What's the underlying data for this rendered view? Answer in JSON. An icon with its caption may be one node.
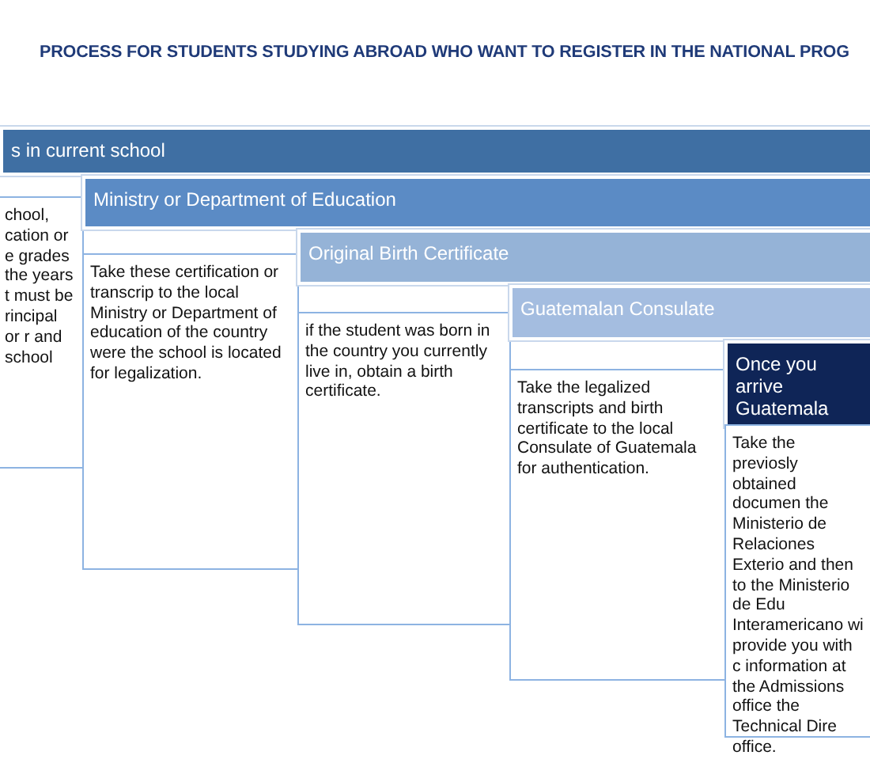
{
  "diagram": {
    "title": "PROCESS FOR STUDENTS STUDYING ABROAD WHO WANT TO REGISTER IN THE NATIONAL PROG",
    "nodes": [
      {
        "text": [
          "s in current school"
        ]
      },
      {
        "text": [
          "chool, cation or e grades the years t must be rincipal or r and school"
        ]
      },
      {
        "text": [
          "Ministry  or Department of Education"
        ]
      },
      {
        "text": [
          "Take these certification or transcrip to the local Ministry  or Department of education of the country were the school is located for legalization."
        ]
      },
      {
        "text": [
          "Original Birth Certificate"
        ]
      },
      {
        "text": [
          "if the student was born in the country you currently live in, obtain a birth certificate."
        ]
      },
      {
        "text": [
          "Guatemalan Consulate"
        ]
      },
      {
        "text": [
          "Take the legalized transcripts and birth certificate to the local Consulate of Guatemala for authentication."
        ]
      },
      {
        "text": [
          "Once you arrive Guatemala"
        ]
      },
      {
        "text": [
          "Take the previosly obtained documen the Ministerio de Relaciones Exterio and then to the Ministerio de Edu Interamericano wi provide you with c information at the Admissions office the Technical Dire office."
        ]
      }
    ]
  }
}
